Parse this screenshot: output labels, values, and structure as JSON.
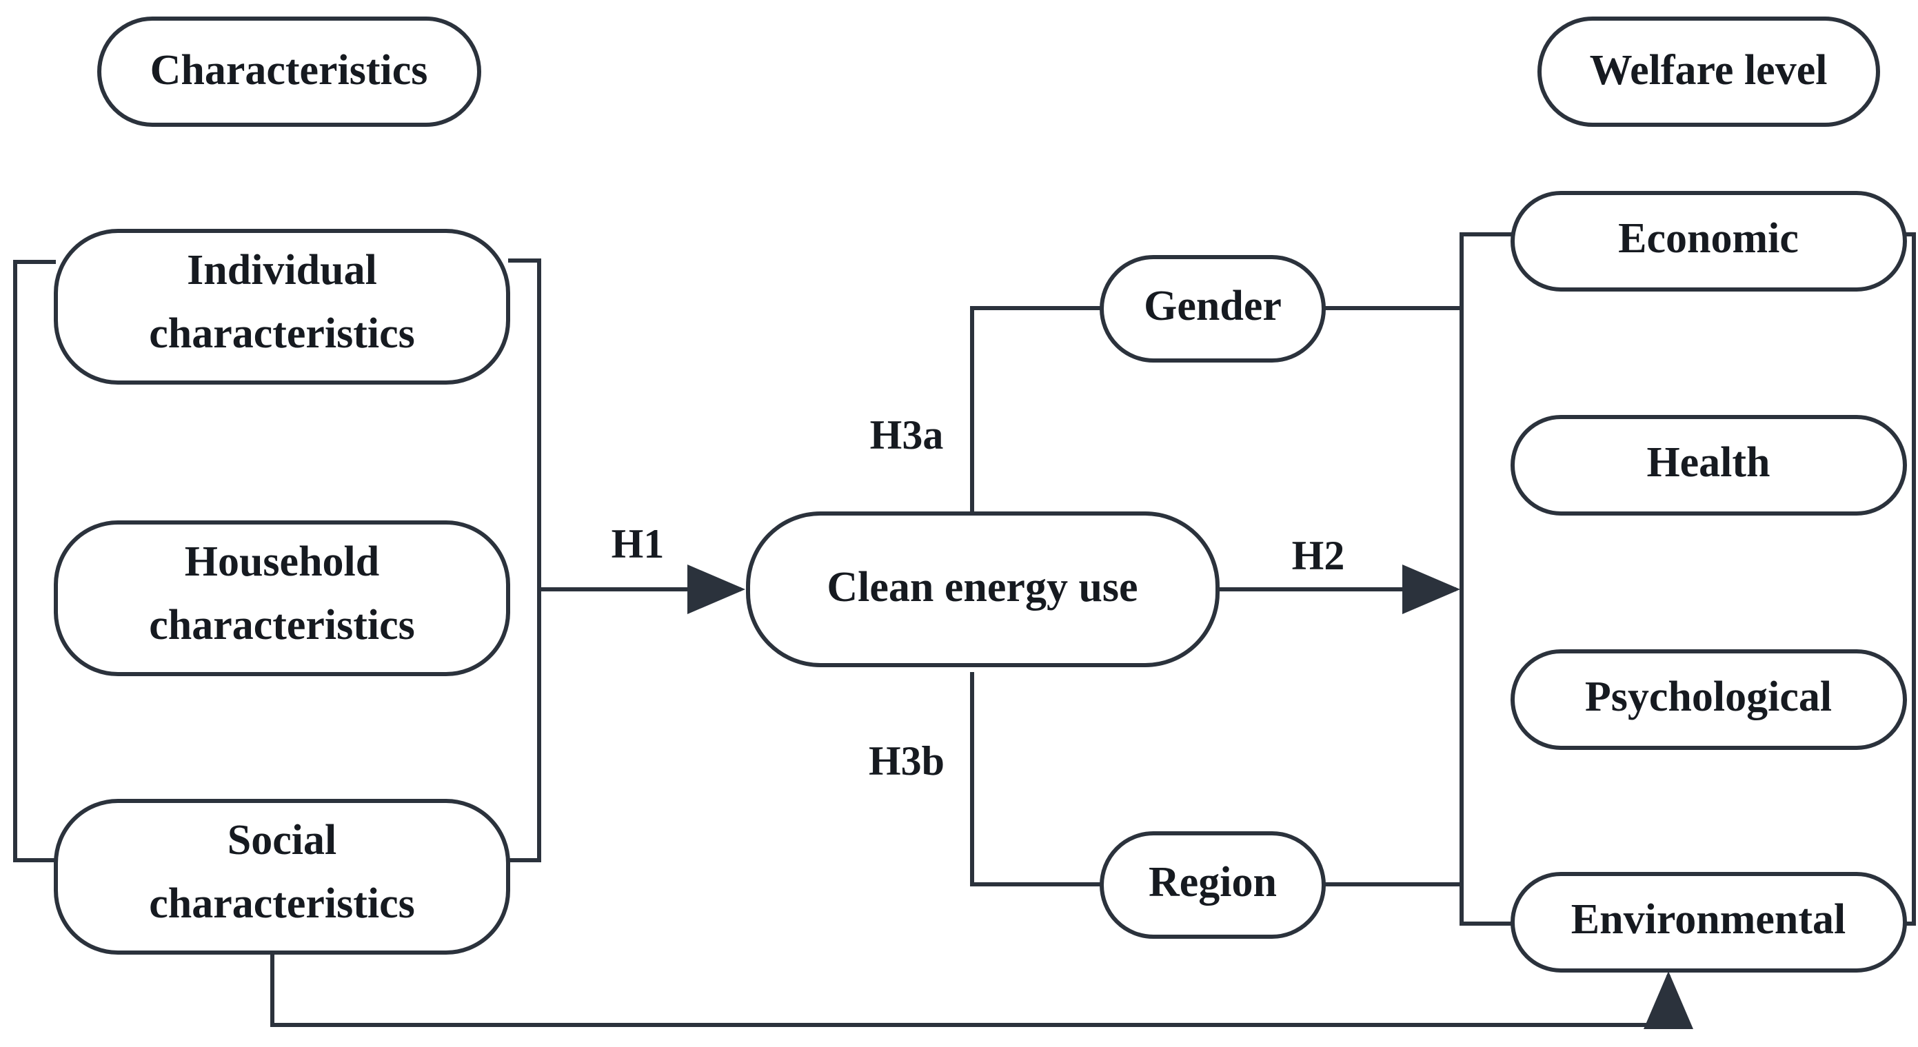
{
  "diagram": {
    "type": "conceptual-framework-flowchart",
    "title_left": "Characteristics",
    "title_right": "Welfare level",
    "colors": {
      "stroke": "#2b323c",
      "text": "#161a20",
      "background": "#ffffff"
    },
    "group_headers": [
      {
        "id": "characteristics-header",
        "label": "Characteristics"
      },
      {
        "id": "welfare-header",
        "label": "Welfare level"
      }
    ],
    "antecedents": [
      {
        "id": "individual-characteristics",
        "line1": "Individual",
        "line2": "characteristics"
      },
      {
        "id": "household-characteristics",
        "line1": "Household",
        "line2": "characteristics"
      },
      {
        "id": "social-characteristics",
        "line1": "Social",
        "line2": "characteristics"
      }
    ],
    "mediator": {
      "id": "clean-energy-use",
      "label": "Clean energy use"
    },
    "moderators": [
      {
        "id": "gender-moderator",
        "label": "Gender"
      },
      {
        "id": "region-moderator",
        "label": "Region"
      }
    ],
    "outcomes": [
      {
        "id": "economic-welfare",
        "label": "Economic"
      },
      {
        "id": "health-welfare",
        "label": "Health"
      },
      {
        "id": "psychological-welfare",
        "label": "Psychological"
      },
      {
        "id": "environmental-welfare",
        "label": "Environmental"
      }
    ],
    "hypotheses": [
      {
        "id": "h1",
        "label": "H1",
        "from": "characteristics",
        "to": "clean-energy-use"
      },
      {
        "id": "h2",
        "label": "H2",
        "from": "clean-energy-use",
        "to": "welfare-level"
      },
      {
        "id": "h3a",
        "label": "H3a",
        "from": "clean-energy-use",
        "to": "gender-moderator"
      },
      {
        "id": "h3b",
        "label": "H3b",
        "from": "clean-energy-use",
        "to": "region-moderator"
      }
    ]
  }
}
